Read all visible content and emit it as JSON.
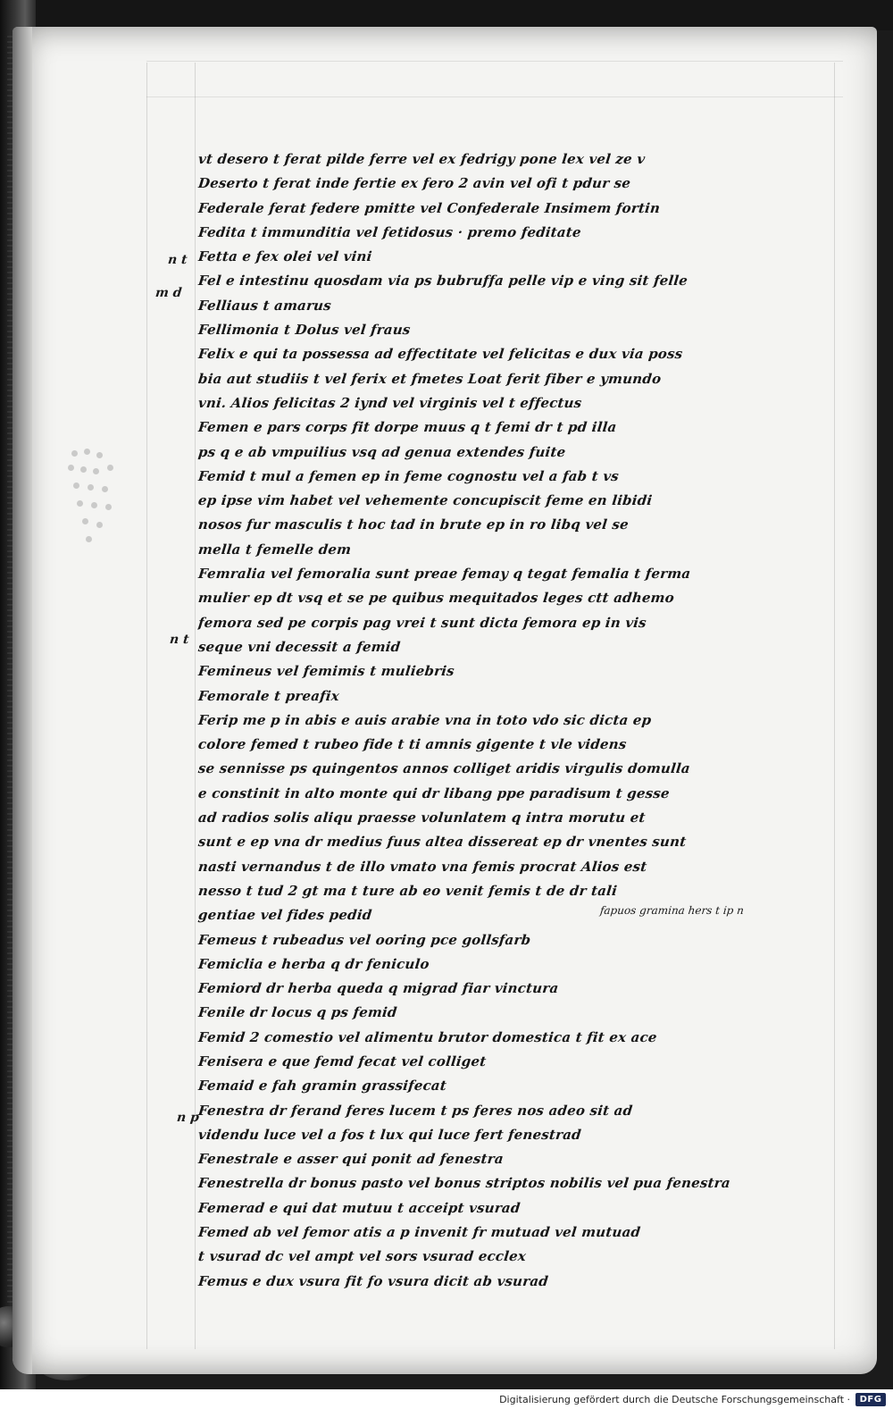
{
  "document": {
    "lines": [
      "vt desero t ferat pilde ferre vel ex fedrigy pone lex vel ze v",
      "Deserto t ferat inde fertie ex fero 2 avin vel ofi t pdur se",
      "Federale ferat federe pmitte vel Confederale Insimem fortin",
      "Fedita t immunditia vel fetidosus · premo feditate",
      "Fetta e fex olei vel vini",
      "Fel e intestinu quosdam via ps bubruffa pelle vip e ving sit felle",
      "Felliaus t amarus",
      "Fellimonia t Dolus vel fraus",
      "Felix e qui ta possessa ad effectitate vel felicitas e dux via poss",
      "bia aut studiis t vel ferix et fmetes Loat ferit fiber e ymundo",
      "vni. Alios felicitas 2 iynd vel virginis vel t effectus",
      "Femen e pars corps fit dorpe muus q t femi dr t pd illa",
      "ps q e ab vmpuilius vsq ad genua extendes fuite",
      "Femid t mul a femen ep in feme cognostu vel a fab t vs",
      "ep ipse vim habet vel vehemente concupiscit feme en libidi",
      "nosos fur masculis t hoc tad in brute ep in ro libq vel se",
      "mella t femelle dem",
      "Femralia vel femoralia sunt preae femay q tegat femalia t ferma",
      "mulier ep dt vsq et se pe quibus mequitados leges ctt adhemo",
      "femora sed pe corpis pag vrei t sunt dicta femora ep in vis",
      "seque vni decessit a femid",
      "Femineus vel femimis t muliebris",
      "Femorale t preafix",
      "Ferip me p in abis e auis arabie vna in toto vdo sic dicta ep",
      "colore femed t rubeo fide t ti amnis gigente t vle videns",
      "se sennisse ps quingentos annos colliget aridis virgulis domulla",
      "e constinit in alto monte qui dr libang ppe paradisum t gesse",
      "ad radios solis aliqu praesse volunlatem q intra morutu et",
      "sunt e ep vna dr medius fuus altea dissereat ep dr vnentes sunt",
      "nasti vernandus t de illo vmato vna femis procrat Alios est",
      "nesso t tud 2 gt ma t ture ab eo venit femis t de dr tali",
      "gentiae vel fides pedid",
      "Femeus t rubeadus vel ooring pce gollsfarb",
      "Femiclia e herba q dr feniculo",
      "Femiord dr herba queda q migrad fiar vinctura",
      "Fenile dr locus q ps femid",
      "Femid 2 comestio vel alimentu brutor domestica t fit ex ace",
      "Fenisera e que femd fecat vel colliget",
      "Femaid e fah gramin grassifecat",
      "Fenestra dr ferand feres lucem t ps feres nos adeo sit ad",
      "videndu luce vel a fos t lux qui luce fert fenestrad",
      "Fenestrale e asser qui ponit ad fenestra",
      "Fenestrella dr bonus pasto vel bonus striptos nobilis vel pua fenestra",
      "Femerad e qui dat mutuu t acceipt vsurad",
      "Femed ab vel femor atis a p invenit fr mutuad vel mutuad",
      "t vsurad dc vel ampt vel sors vsurad ecclex",
      "Femus e dux vsura fit fo vsura dicit ab vsurad"
    ],
    "margin_notes": {
      "note1": "n t",
      "note2": "m d",
      "note3": "n t",
      "note4": "n p"
    },
    "interlinear_gloss": "fapuos gramina hers t ip n"
  },
  "footer": {
    "credit": "Digitalisierung gefördert durch die Deutsche Forschungsgemeinschaft ·",
    "logo": "DFG"
  }
}
